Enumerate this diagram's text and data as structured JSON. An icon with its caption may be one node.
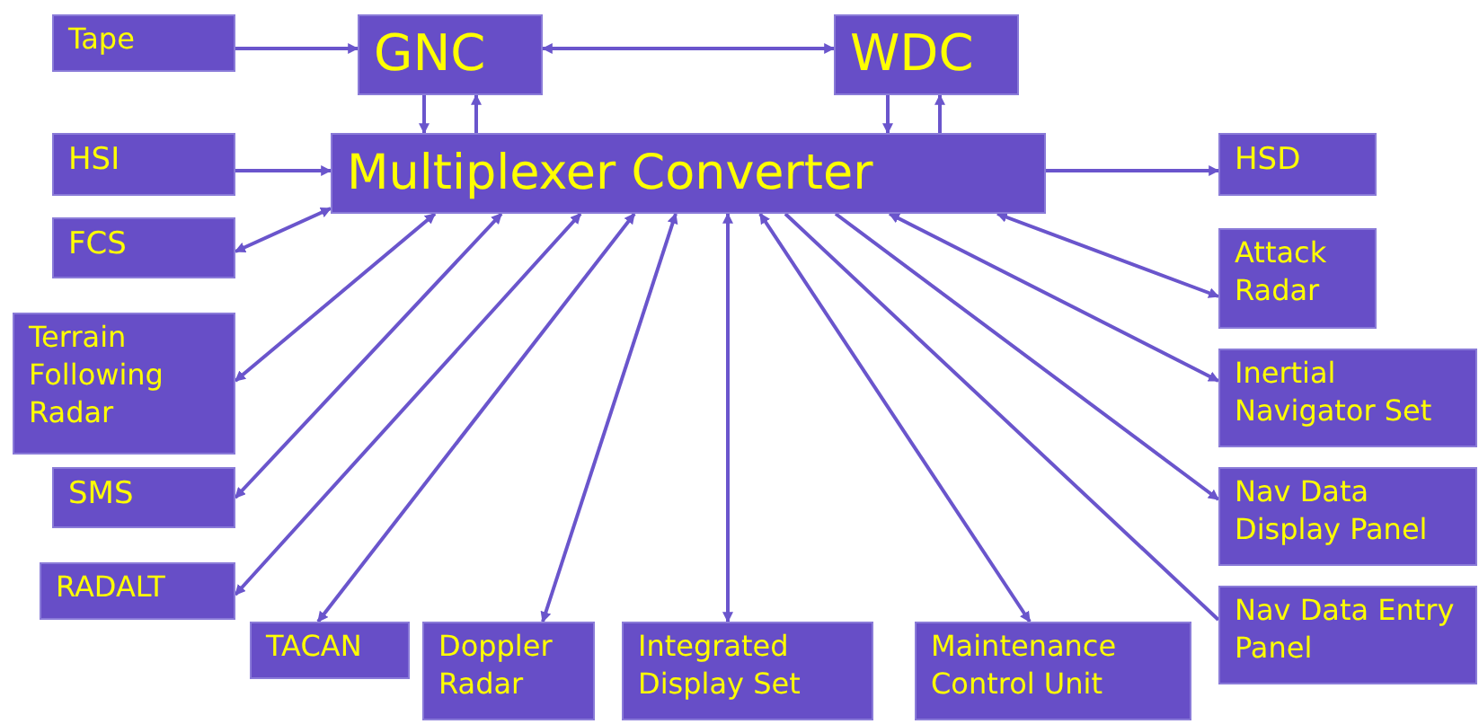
{
  "diagram": {
    "nodes": [
      {
        "text": [
          "Tape"
        ]
      },
      {
        "text": [
          "GNC"
        ]
      },
      {
        "text": [
          "WDC"
        ]
      },
      {
        "text": [
          "Multiplexer Converter"
        ]
      },
      {
        "text": [
          "HSI"
        ]
      },
      {
        "text": [
          "HSD"
        ]
      },
      {
        "text": [
          "FCS"
        ]
      },
      {
        "text": [
          "Attack Radar"
        ]
      },
      {
        "text": [
          "Terrain Following Radar"
        ]
      },
      {
        "text": [
          "Inertial Navigator Set"
        ]
      },
      {
        "text": [
          "SMS"
        ]
      },
      {
        "text": [
          "Nav Data Display Panel"
        ]
      },
      {
        "text": [
          "RADALT"
        ]
      },
      {
        "text": [
          "Nav Data Entry Panel"
        ]
      },
      {
        "text": [
          "TACAN"
        ]
      },
      {
        "text": [
          "Doppler Radar"
        ]
      },
      {
        "text": [
          "Integrated Display Set"
        ]
      },
      {
        "text": [
          "Maintenance Control Unit"
        ]
      }
    ],
    "edges": [
      {
        "from": 0,
        "to": 1,
        "arrow": "to"
      },
      {
        "from": 1,
        "to": 2,
        "arrow": "both"
      },
      {
        "from": 1,
        "to": 3,
        "arrow": "to"
      },
      {
        "from": 3,
        "to": 1,
        "arrow": "to"
      },
      {
        "from": 2,
        "to": 3,
        "arrow": "to"
      },
      {
        "from": 3,
        "to": 2,
        "arrow": "to"
      },
      {
        "from": 4,
        "to": 3,
        "arrow": "to"
      },
      {
        "from": 3,
        "to": 5,
        "arrow": "to"
      },
      {
        "from": 6,
        "to": 3,
        "arrow": "both"
      },
      {
        "from": 3,
        "to": 8,
        "arrow": "both"
      },
      {
        "from": 3,
        "to": 10,
        "arrow": "both"
      },
      {
        "from": 3,
        "to": 12,
        "arrow": "both"
      },
      {
        "from": 3,
        "to": 14,
        "arrow": "both"
      },
      {
        "from": 3,
        "to": 15,
        "arrow": "both"
      },
      {
        "from": 3,
        "to": 16,
        "arrow": "both"
      },
      {
        "from": 3,
        "to": 17,
        "arrow": "both"
      },
      {
        "from": 3,
        "to": 13,
        "arrow": "none"
      },
      {
        "from": 3,
        "to": 11,
        "arrow": "to"
      },
      {
        "from": 3,
        "to": 9,
        "arrow": "both"
      },
      {
        "from": 3,
        "to": 7,
        "arrow": "both"
      }
    ]
  }
}
